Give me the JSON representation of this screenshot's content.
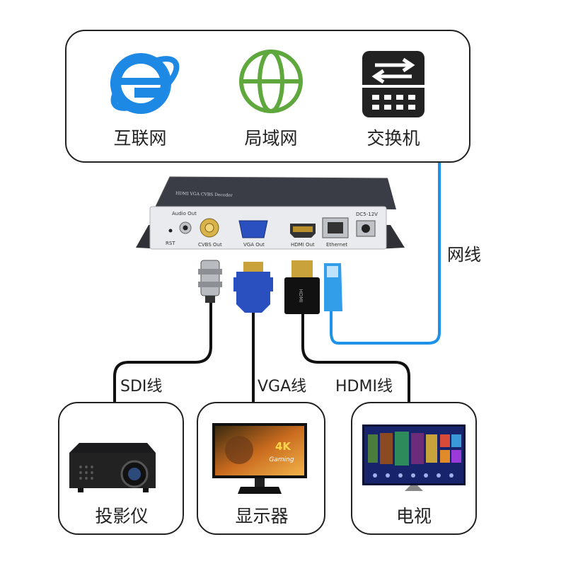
{
  "network": {
    "items": [
      {
        "label": "互联网",
        "icon": "internet-explorer-icon"
      },
      {
        "label": "局域网",
        "icon": "globe-icon"
      },
      {
        "label": "交换机",
        "icon": "network-switch-icon"
      }
    ]
  },
  "device": {
    "top_label": "HDMI VGA CVBS Decoder",
    "ports": {
      "audio_out": "Audio Out",
      "rst": "RST",
      "cvbs_out": "CVBS Out",
      "vga_out": "VGA Out",
      "hdmi_out": "HDMI Out",
      "ethernet": "Ethernet",
      "dc": "DC5-12V"
    }
  },
  "cables": {
    "network": "网线",
    "sdi": "SDI线",
    "vga": "VGA线",
    "hdmi": "HDMI线"
  },
  "outputs": [
    {
      "label": "投影仪",
      "icon": "projector-icon"
    },
    {
      "label": "显示器",
      "icon": "monitor-icon",
      "screen_text": "4K Gaming"
    },
    {
      "label": "电视",
      "icon": "tv-icon"
    }
  ],
  "colors": {
    "ie_blue": "#1e88e5",
    "globe_green": "#5fa83e",
    "network_cable": "#1c93e8",
    "vga_blue": "#2a4fbf",
    "outline": "#222222"
  }
}
